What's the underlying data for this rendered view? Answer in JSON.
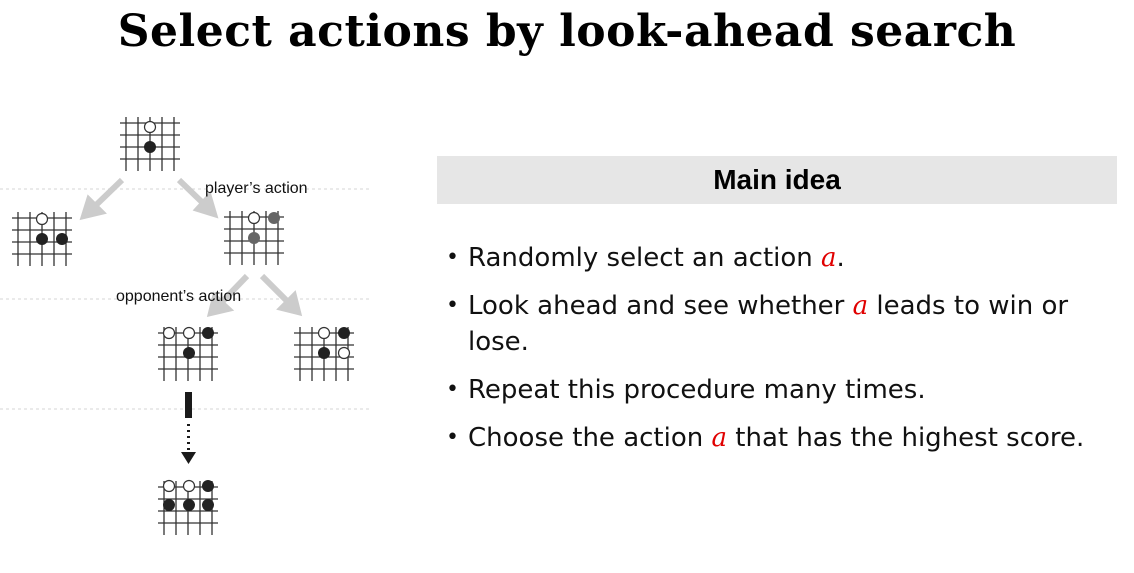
{
  "title": "Select actions by look-ahead search",
  "tree": {
    "player_label": "player’s action",
    "opponent_label": "opponent’s action"
  },
  "main_idea": {
    "header": "Main idea",
    "variable": "a",
    "bullets": [
      {
        "before": "Randomly select an action ",
        "after": "."
      },
      {
        "before": "Look ahead and see whether ",
        "after": " leads to win or lose."
      },
      {
        "before": "Repeat this procedure many times.",
        "after": ""
      },
      {
        "before": "Choose the action ",
        "after": " that has the highest score."
      }
    ]
  },
  "colors": {
    "variable": "#e00000",
    "header_bg": "#e6e6e6",
    "arrow": "#cccccc",
    "black_stone": "#222222",
    "gray_stone": "#666666"
  }
}
